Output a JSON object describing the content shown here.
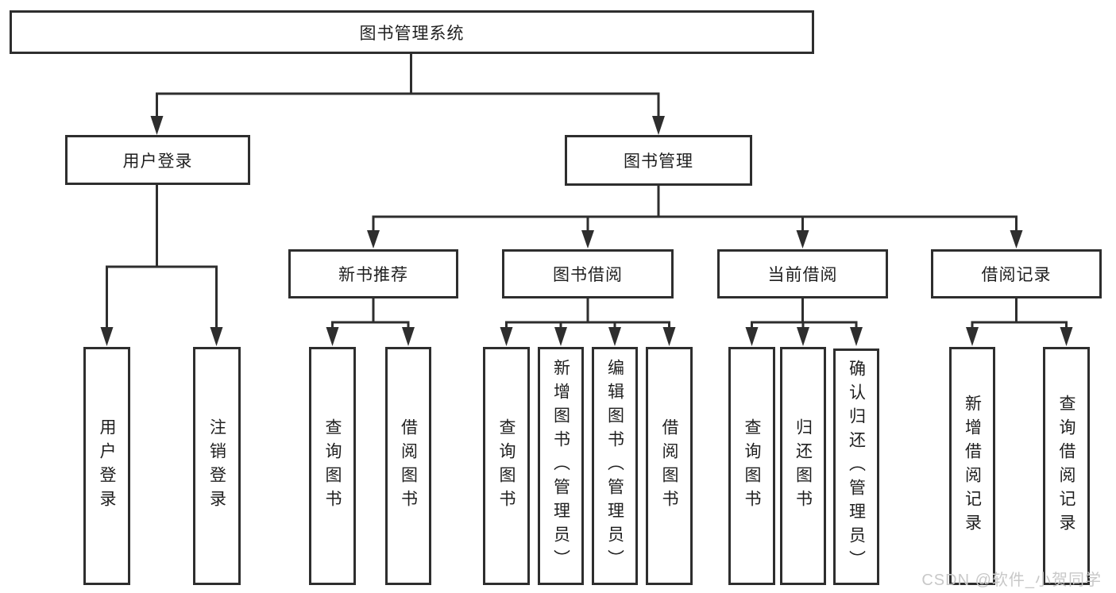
{
  "tree": {
    "root": "图书管理系统",
    "login": {
      "label": "用户登录",
      "children": [
        "用户登录",
        "注销登录"
      ]
    },
    "mgmt": {
      "label": "图书管理",
      "sections": [
        {
          "label": "新书推荐",
          "children": [
            "查询图书",
            "借阅图书"
          ]
        },
        {
          "label": "图书借阅",
          "children": [
            "查询图书",
            "新增图书（管理员）",
            "编辑图书（管理员）",
            "借阅图书"
          ]
        },
        {
          "label": "当前借阅",
          "children": [
            "查询图书",
            "归还图书",
            "确认归还（管理员）"
          ]
        },
        {
          "label": "借阅记录",
          "children": [
            "新增借阅记录",
            "查询借阅记录"
          ]
        }
      ]
    }
  },
  "watermark": "CSDN @软件_小贺同学",
  "colors": {
    "line": "#2e2e2e",
    "text": "#1f1f1f",
    "watermark": "#c8c8c8",
    "background": "#ffffff"
  }
}
